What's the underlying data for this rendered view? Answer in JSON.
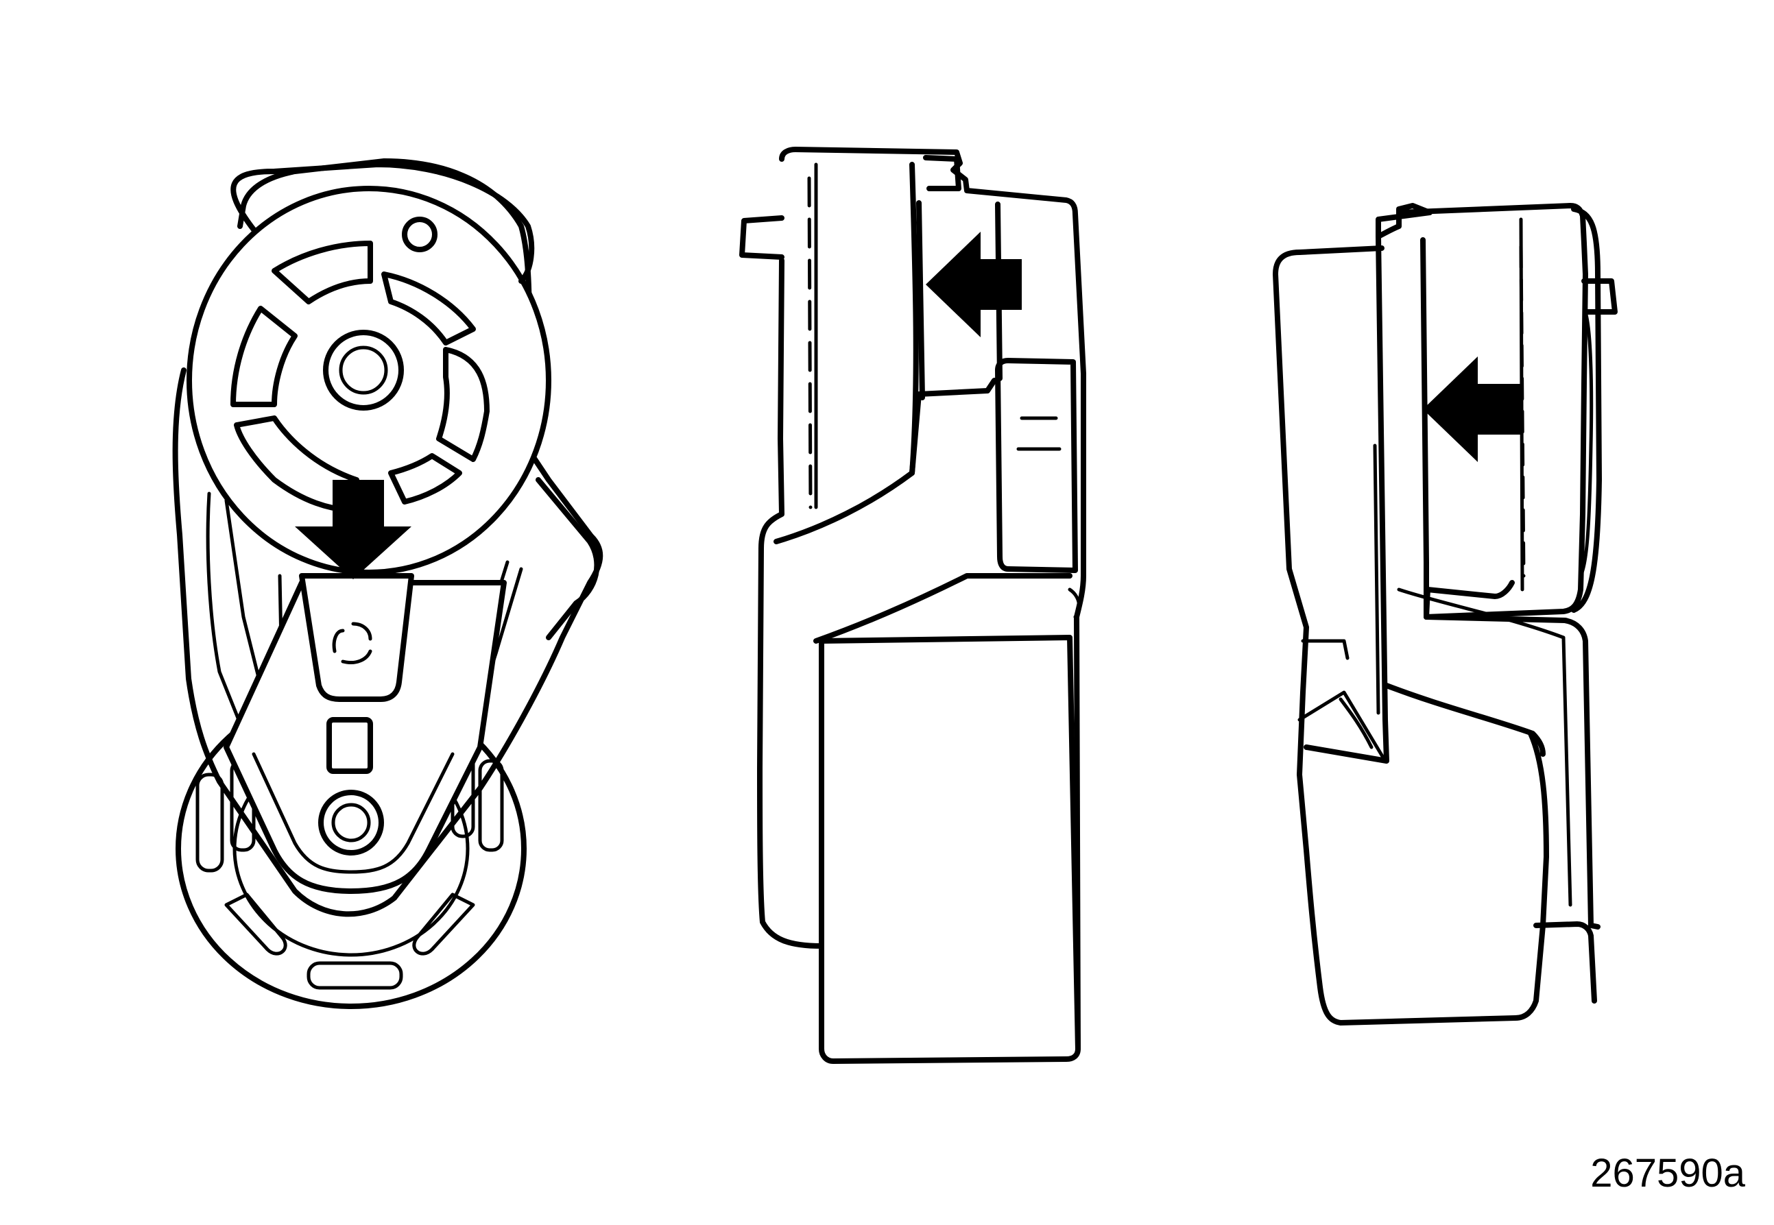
{
  "figure": {
    "reference_number": "267590a"
  },
  "views": [
    {
      "icon": "belt-tensioner-front-view",
      "arrow_direction": "down"
    },
    {
      "icon": "belt-tensioner-side-view-left",
      "arrow_direction": "left"
    },
    {
      "icon": "belt-tensioner-side-view-right",
      "arrow_direction": "left"
    }
  ],
  "colors": {
    "line": "#000000",
    "background": "#ffffff"
  }
}
